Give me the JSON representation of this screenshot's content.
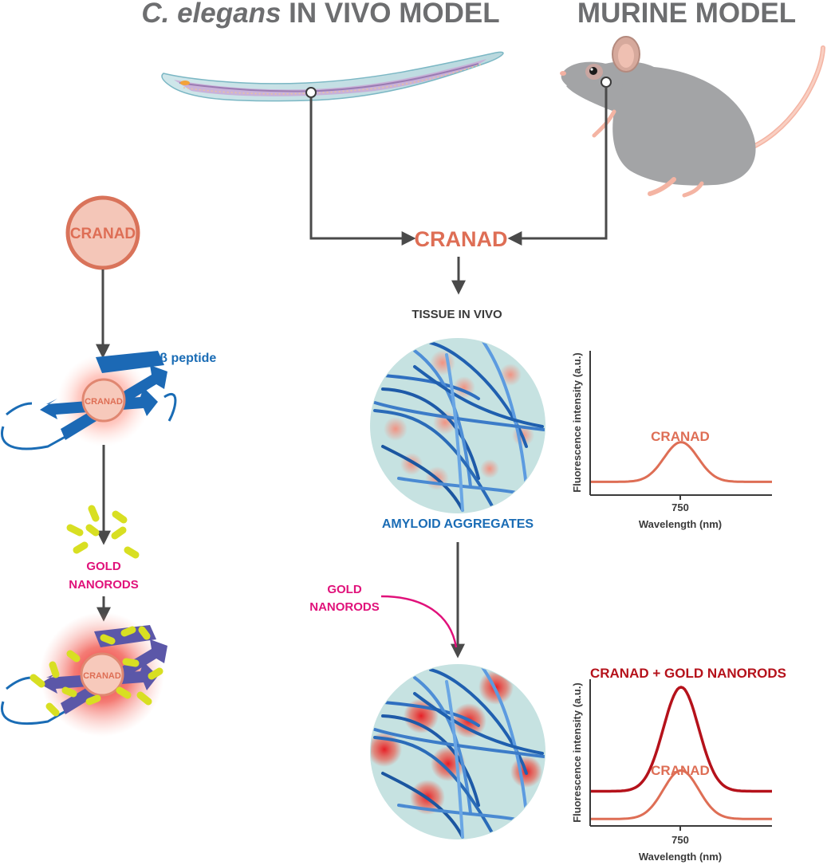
{
  "title_left_italic": "C. elegans",
  "title_left_rest": " IN VIVO MODEL",
  "title_right": "MURINE MODEL",
  "cranad_label": "CRANAD",
  "tissue_label": "TISSUE IN VIVO",
  "amyloid_label": "AMYLOID AGGREGATES",
  "abeta_label": "Aβ peptide",
  "gold_line1": "GOLD",
  "gold_line2": "NANORODS",
  "colors": {
    "header_gray": "#6d6e70",
    "cranad_orange": "#de6e55",
    "amyloid_blue": "#1a6cb5",
    "gold_magenta": "#e0117a",
    "combo_red": "#b5121b",
    "nanorod_yellow": "#d8df22",
    "tissue_bg": "#c6e2e1"
  },
  "icons": [
    "worm-illustration",
    "mouse-illustration",
    "amyloid-tissue-illustration",
    "peptide-hairpin-illustration"
  ],
  "chart_data": [
    {
      "type": "line",
      "ylabel": "Fluorescence intensity (a.u.)",
      "xlabel": "Wavelength (nm)",
      "x_ticks": [
        750
      ],
      "series": [
        {
          "name": "CRANAD",
          "peak_x": 750,
          "peak_y": 0.4,
          "baseline": 0.1,
          "color": "#de6e55"
        }
      ]
    },
    {
      "type": "line",
      "ylabel": "Fluorescence intensity (a.u.)",
      "xlabel": "Wavelength (nm)",
      "x_ticks": [
        750
      ],
      "series": [
        {
          "name": "CRANAD + GOLD NANORODS",
          "peak_x": 750,
          "peak_y": 1.0,
          "baseline": 0.25,
          "color": "#b5121b"
        },
        {
          "name": "CRANAD",
          "peak_x": 750,
          "peak_y": 0.4,
          "baseline": 0.05,
          "color": "#de6e55"
        }
      ]
    }
  ]
}
